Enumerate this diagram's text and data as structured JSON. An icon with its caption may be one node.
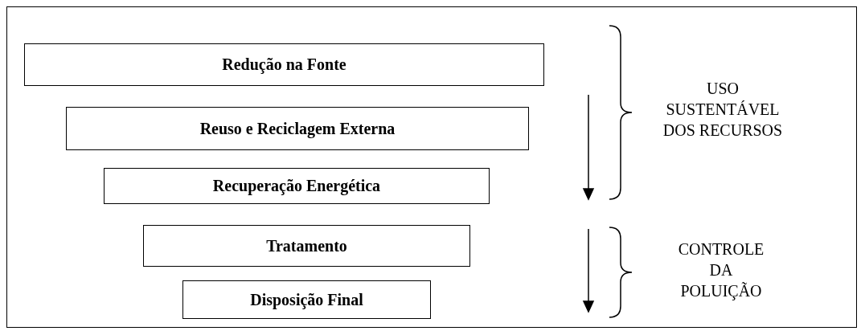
{
  "diagram": {
    "nodes": [
      {
        "text": [
          "Redução na Fonte"
        ]
      },
      {
        "text": [
          "Reuso e Reciclagem Externa"
        ]
      },
      {
        "text": [
          "Recuperação Energética"
        ]
      },
      {
        "text": [
          "Tratamento"
        ]
      },
      {
        "text": [
          "Disposição Final"
        ]
      }
    ],
    "edges": [],
    "labels": [
      "USO SUSTENTÁVEL DOS RECURSOS",
      "CONTROLE DA POLUIÇÃO"
    ]
  }
}
